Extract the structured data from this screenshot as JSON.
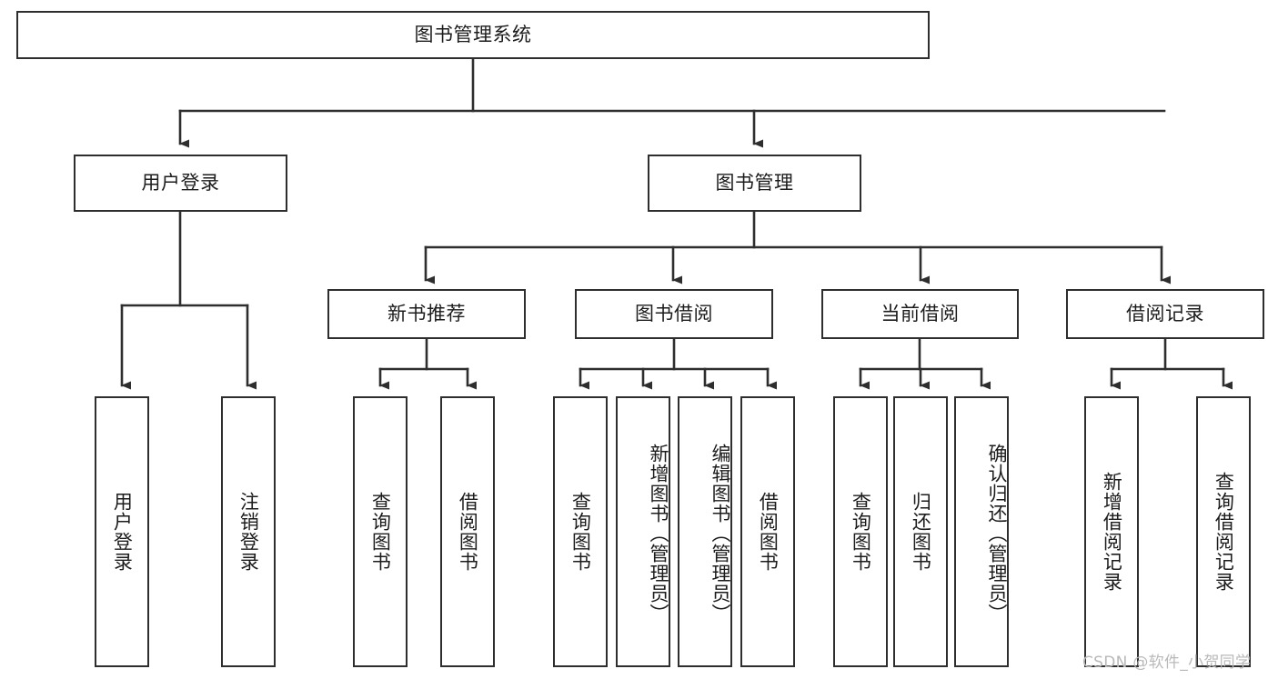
{
  "diagram": {
    "title": "图书管理系统",
    "type": "tree-hierarchy-diagram",
    "colors": {
      "border": "#2e2e2e",
      "text": "#1c1c1c",
      "background": "#ffffff",
      "watermark": "#b9b9b9"
    },
    "levels": {
      "root": {
        "label": "图书管理系统"
      },
      "level2": [
        {
          "label": "用户登录"
        },
        {
          "label": "图书管理"
        }
      ],
      "level3": [
        {
          "label": "新书推荐"
        },
        {
          "label": "图书借阅"
        },
        {
          "label": "当前借阅"
        },
        {
          "label": "借阅记录"
        }
      ],
      "leaves": {
        "user_login": [
          {
            "label": "用户登录"
          },
          {
            "label": "注销登录"
          }
        ],
        "new_book_recommend": [
          {
            "label": "查询图书"
          },
          {
            "label": "借阅图书"
          }
        ],
        "book_borrow": [
          {
            "label": "查询图书"
          },
          {
            "label": "新增图书（管理员）"
          },
          {
            "label": "编辑图书（管理员）"
          },
          {
            "label": "借阅图书"
          }
        ],
        "current_borrow": [
          {
            "label": "查询图书"
          },
          {
            "label": "归还图书"
          },
          {
            "label": "确认归还（管理员）"
          }
        ],
        "borrow_record": [
          {
            "label": "新增借阅记录"
          },
          {
            "label": "查询借阅记录"
          }
        ]
      }
    },
    "watermark": "CSDN @软件_小贺同学"
  }
}
